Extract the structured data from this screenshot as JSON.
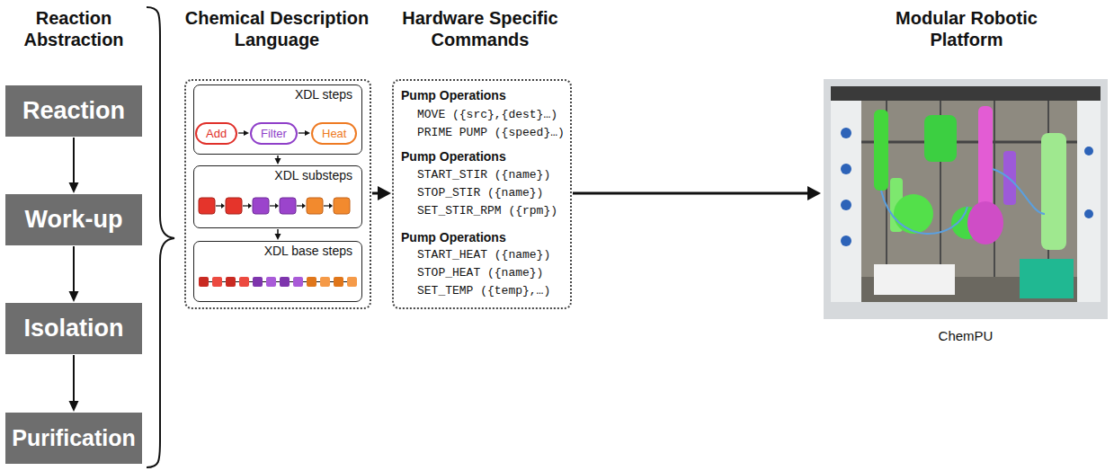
{
  "diagram": {
    "nodes": [
      {
        "text": [
          "Reaction"
        ]
      },
      {
        "text": [
          "Work-up"
        ]
      },
      {
        "text": [
          "Isolation"
        ]
      },
      {
        "text": [
          "Purification"
        ]
      },
      {
        "text": []
      },
      {
        "text": [
          "XDL steps"
        ],
        "in": 4
      },
      {
        "text": [
          "Add"
        ],
        "in": 5
      },
      {
        "text": [
          "Filter"
        ],
        "in": 5
      },
      {
        "text": [
          "Heat"
        ],
        "in": 5
      },
      {
        "text": [
          "XDL substeps"
        ],
        "in": 4
      },
      {
        "text": [
          "XDL base steps"
        ],
        "in": 4
      },
      {
        "text": [
          "Pump Operations",
          "MOVE ({src},{dest}…)",
          "PRIME PUMP ({speed}…)",
          "Pump Operations",
          "START_STIR ({name})",
          "STOP_STIR ({name})",
          "SET_STIR_RPM ({rpm})",
          "Pump Operations",
          "START_HEAT ({name})",
          "STOP_HEAT ({name})",
          "SET_TEMP ({temp},…)"
        ]
      },
      {
        "text": [
          "ChemPU"
        ]
      }
    ],
    "edges": [
      {
        "from": 0,
        "to": 1,
        "arrow": "to"
      },
      {
        "from": 1,
        "to": 2,
        "arrow": "to"
      },
      {
        "from": 2,
        "to": 3,
        "arrow": "to"
      },
      {
        "from": 6,
        "to": 7,
        "arrow": "to"
      },
      {
        "from": 7,
        "to": 8,
        "arrow": "to"
      },
      {
        "from": 5,
        "to": 9,
        "arrow": "to"
      },
      {
        "from": 9,
        "to": 10,
        "arrow": "to"
      },
      {
        "from": 4,
        "to": 11,
        "arrow": "to"
      },
      {
        "from": 11,
        "to": 12,
        "arrow": "to"
      }
    ],
    "labels": [
      "Reaction Abstraction",
      "Chemical Description Language",
      "Hardware Specific Commands",
      "Modular Robotic Platform"
    ]
  }
}
